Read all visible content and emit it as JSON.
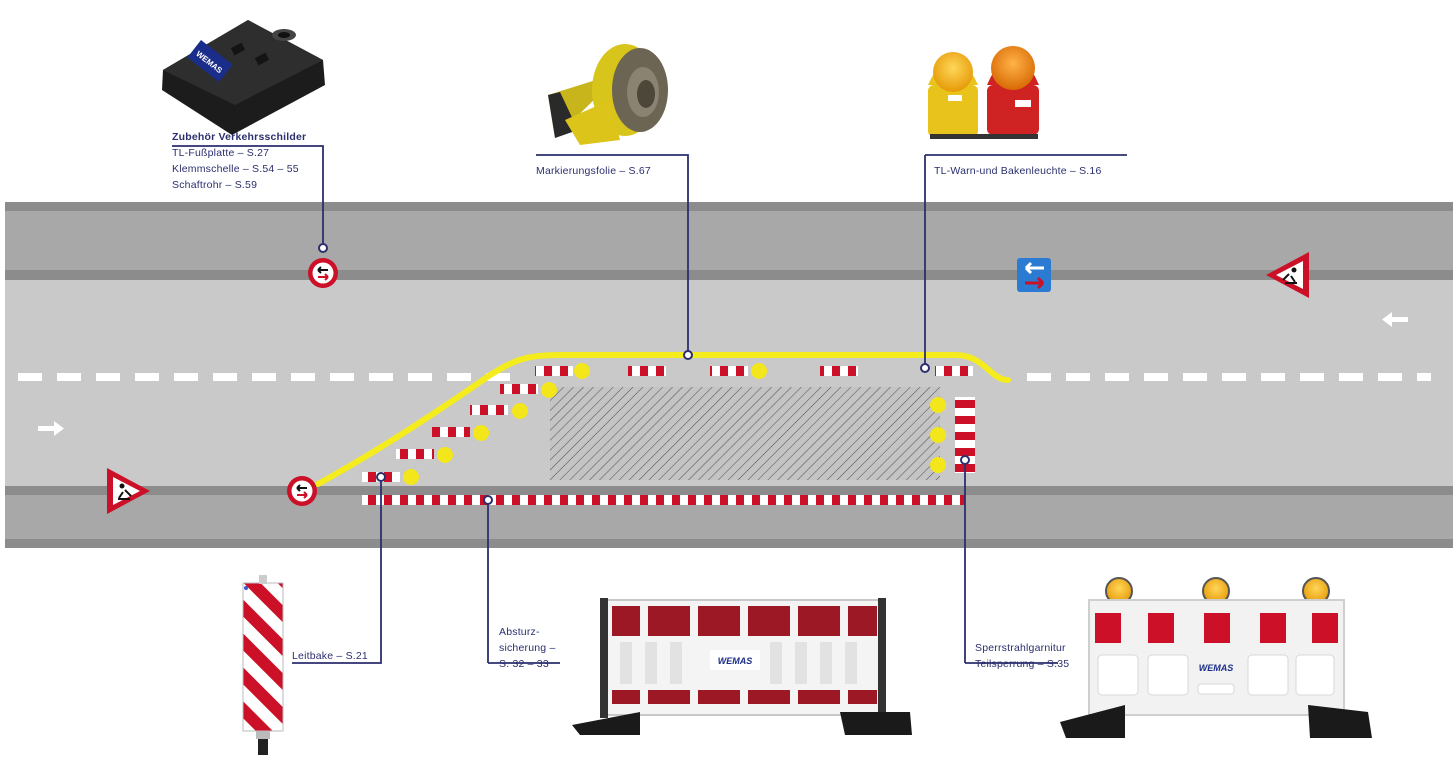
{
  "labels": {
    "zubehoer_title": "Zubehör Verkehrsschilder",
    "zubehoer_line1": "TL-Fußplatte  – S.27",
    "zubehoer_line2": "Klemmschelle  – S.54 – 55",
    "zubehoer_line3": "Schaftrohr  – S.59",
    "markierung": "Markierungsfolie  – S.67",
    "warnleuchte": "TL-Warn-und Bakenleuchte  – S.16",
    "leitbake": "Leitbake  – S.21",
    "absturz_line1": "Absturz-",
    "absturz_line2": "sicherung –",
    "absturz_line3": "S. 32 – 33",
    "sperr_line1": "Sperrstrahlgarnitur",
    "sperr_line2": "Teilsperrung  – S.35"
  },
  "brand": {
    "logo_text": "WEMAS"
  },
  "colors": {
    "label_text": "#2b2f6e",
    "leader_line": "#2b2f6e",
    "road_surface": "#c9c9c9",
    "road_edge": "#8c8c8c",
    "marking_yellow": "#f4ec1c",
    "barrier_red": "#cc1028",
    "lamp_yellow": "#f3e61b",
    "sign_blue": "#2a7bd1"
  }
}
